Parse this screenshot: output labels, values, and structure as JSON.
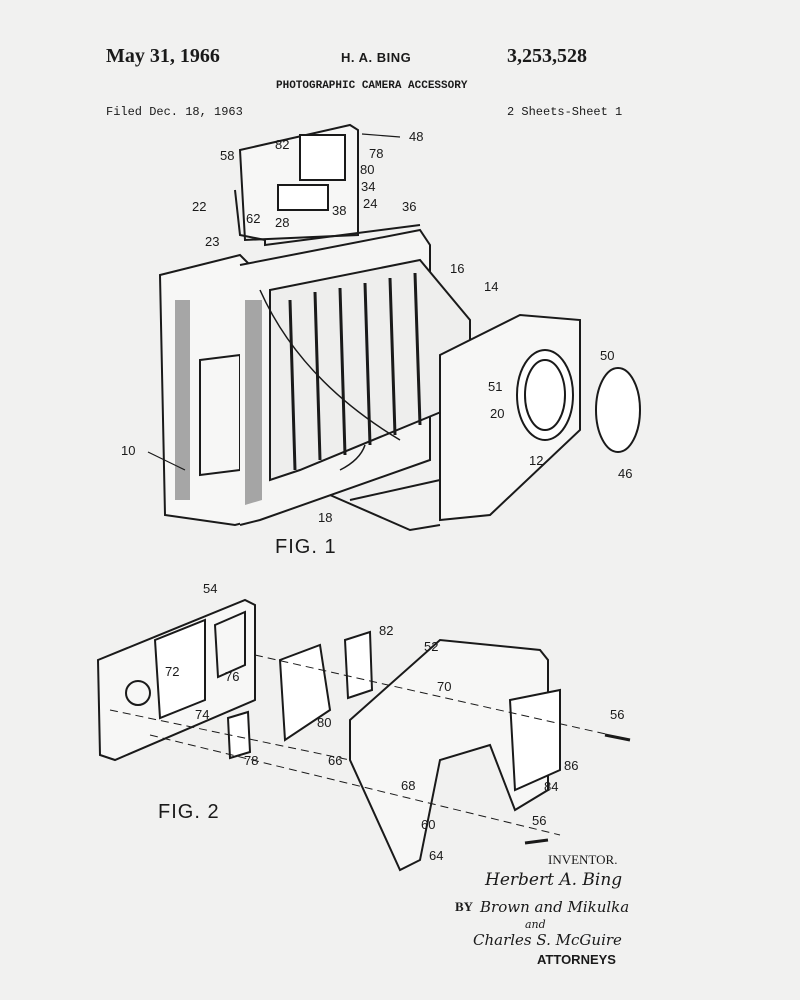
{
  "header": {
    "date": "May 31, 1966",
    "inventor": "H. A. BING",
    "patent_number": "3,253,528",
    "title": "PHOTOGRAPHIC CAMERA ACCESSORY",
    "filed": "Filed Dec. 18, 1963",
    "sheets": "2 Sheets-Sheet 1"
  },
  "figure1": {
    "caption": "FIG. 1",
    "refs": [
      "48",
      "82",
      "78",
      "58",
      "80",
      "34",
      "22",
      "24",
      "36",
      "62",
      "28",
      "38",
      "23",
      "16",
      "14",
      "50",
      "51",
      "20",
      "10",
      "12",
      "46",
      "18"
    ]
  },
  "figure2": {
    "caption": "FIG. 2",
    "refs": [
      "54",
      "82",
      "52",
      "72",
      "76",
      "70",
      "74",
      "80",
      "56",
      "78",
      "66",
      "86",
      "68",
      "84",
      "60",
      "56",
      "64"
    ]
  },
  "signature_block": {
    "inventor_label": "INVENTOR.",
    "inventor_signature": "Herbert A. Bing",
    "by": "BY",
    "attorney_signature_1": "Brown and Mikulka",
    "attorney_signature_and": "and",
    "attorney_signature_2": "Charles S. McGuire",
    "attorneys_label": "ATTORNEYS"
  }
}
